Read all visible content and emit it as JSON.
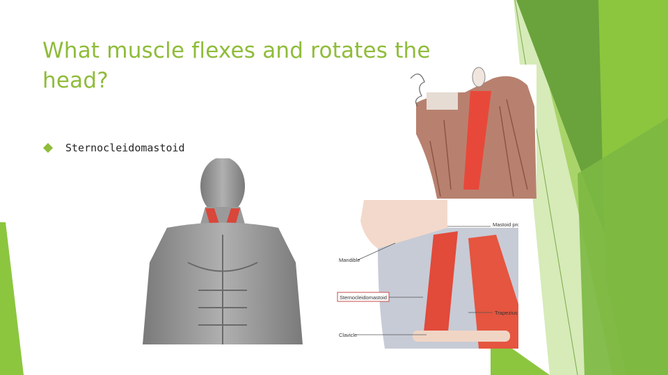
{
  "slide": {
    "title": "What muscle flexes and rotates the head?",
    "bullets": [
      "Sternocleidomastoid"
    ]
  },
  "diagram": {
    "labels": {
      "mastoid_process": "Mastoid process",
      "mandible": "Mandible",
      "sternocleidomastoid": "Sternocleidomastoid",
      "trapezius": "Trapezius",
      "clavicle": "Clavicle"
    }
  },
  "theme": {
    "accent": "#8fbc3a",
    "accent_dark": "#5e9a2a",
    "text": "#262626",
    "muscle_red": "#d9463a"
  }
}
